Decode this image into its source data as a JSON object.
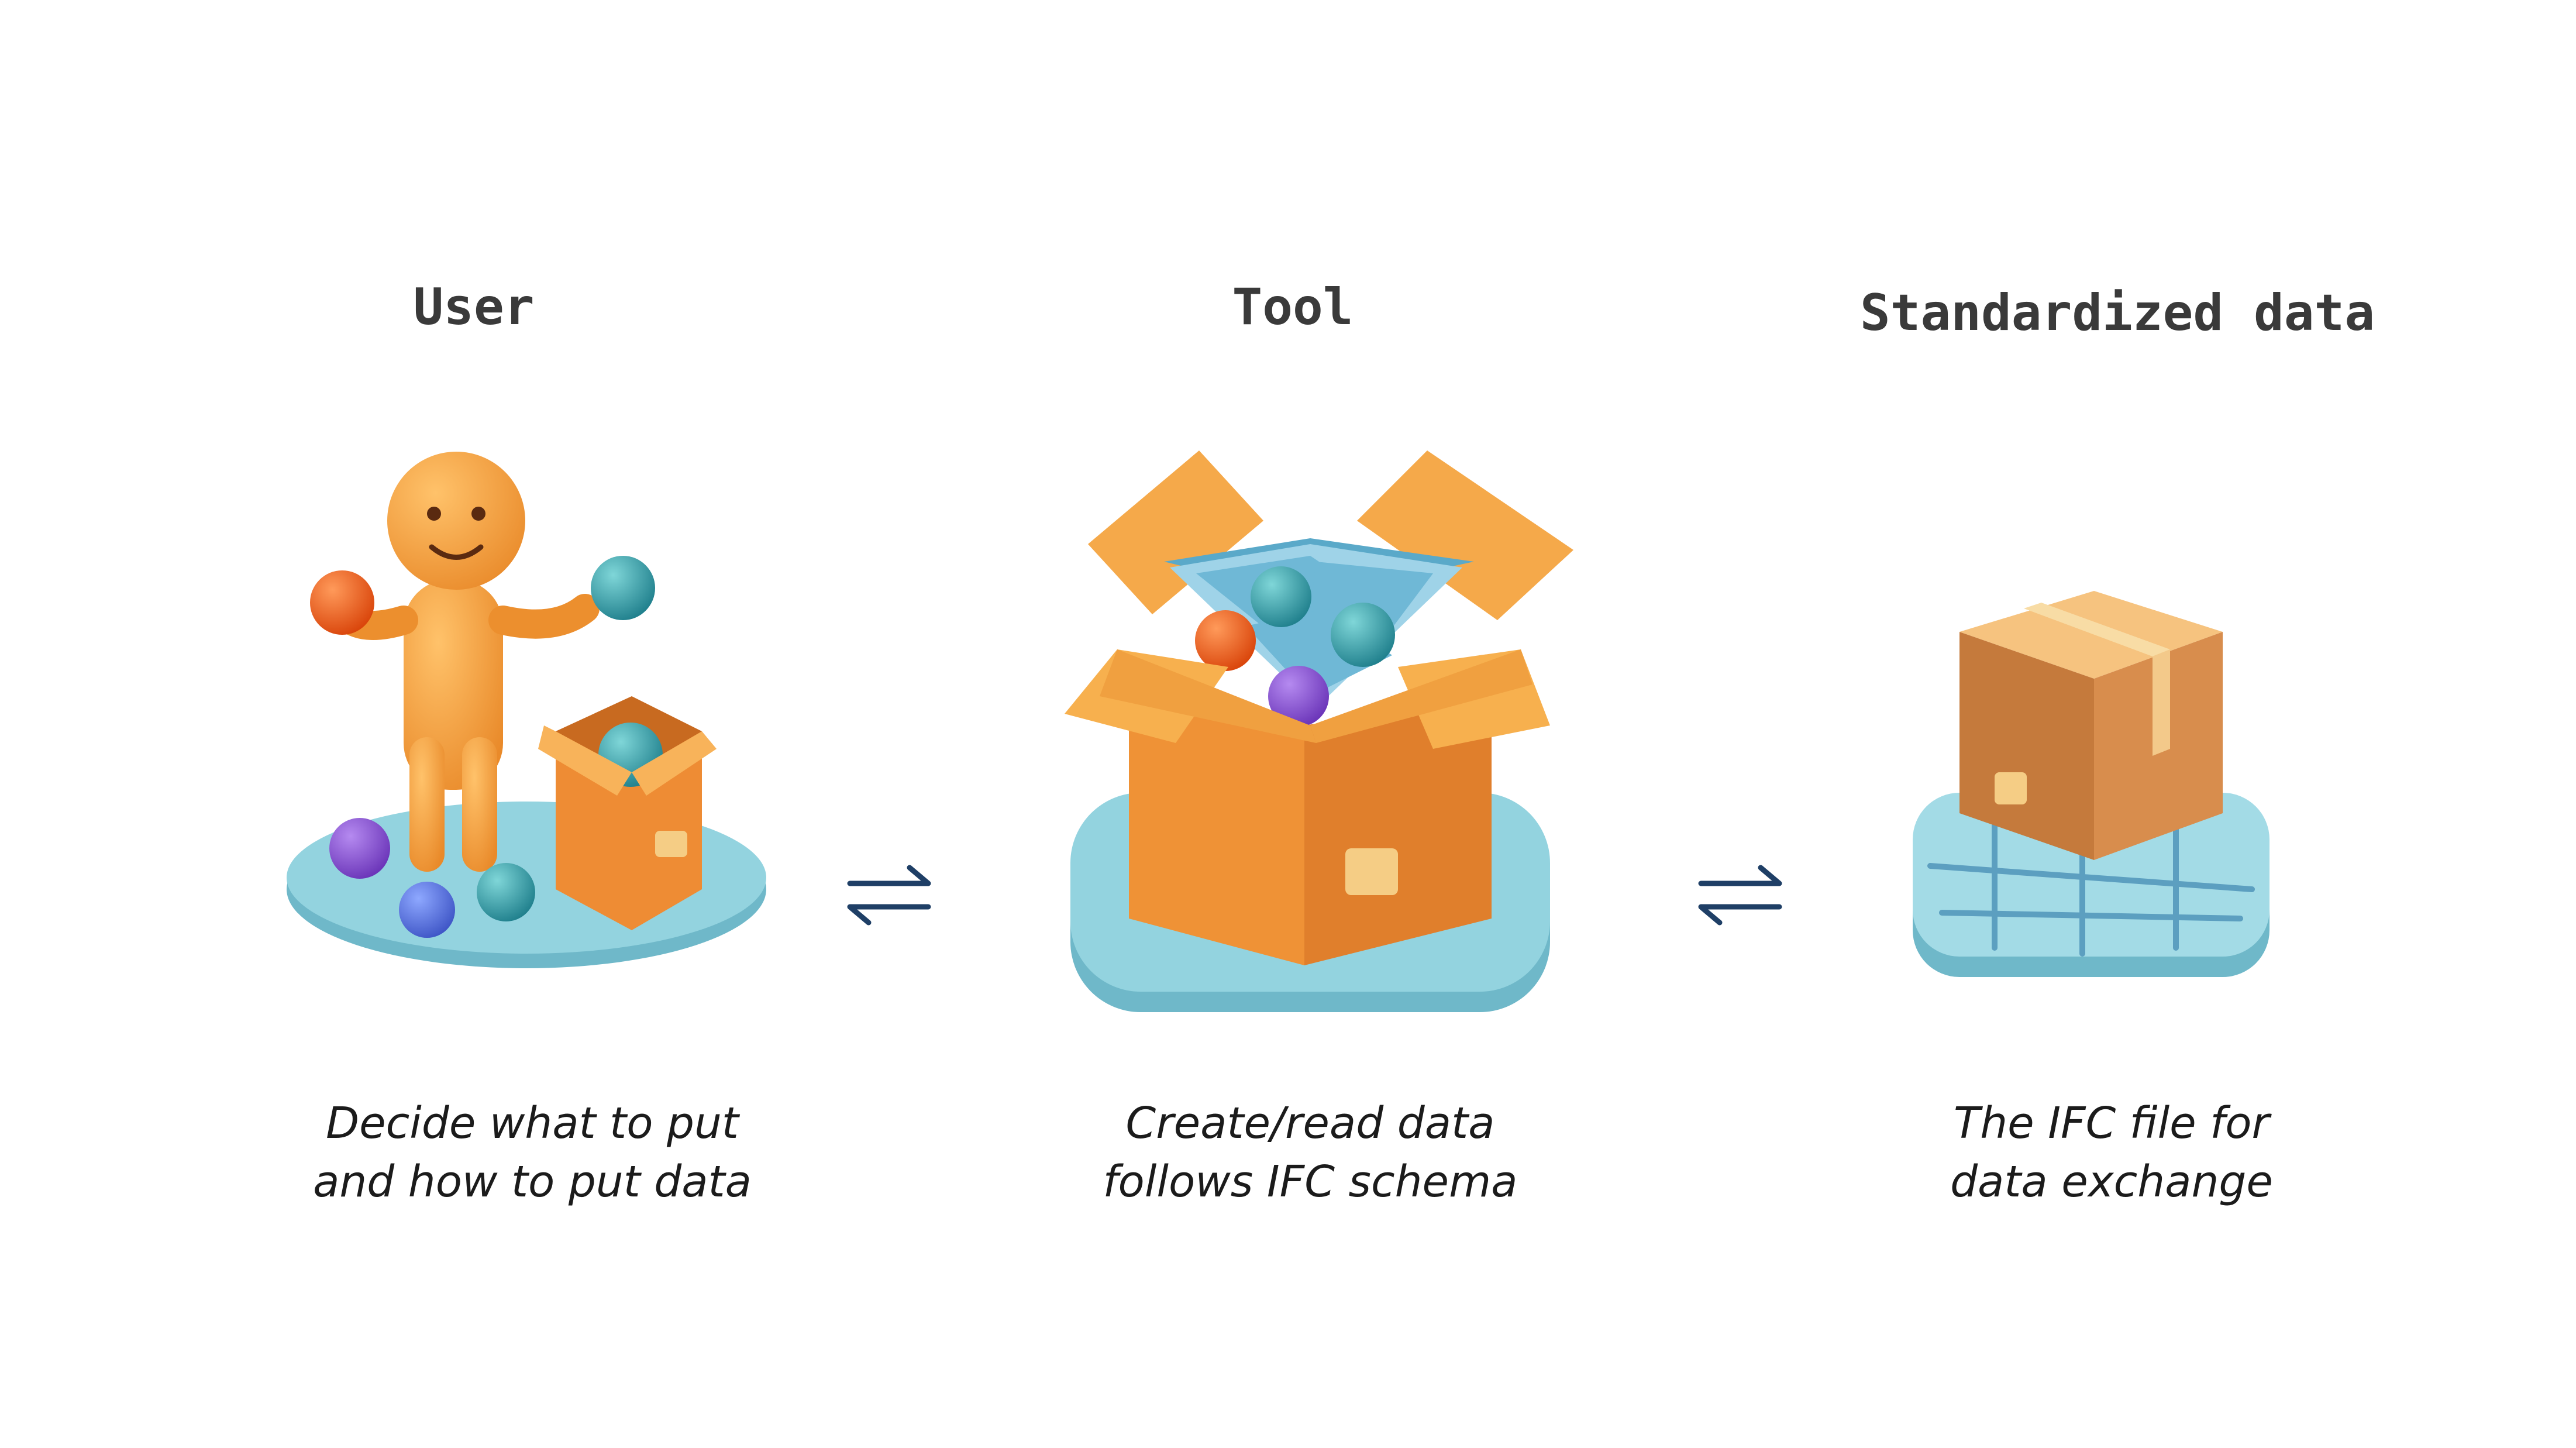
{
  "columns": [
    {
      "title": "User",
      "caption": [
        "Decide what to put",
        "and how to put data"
      ]
    },
    {
      "title": "Tool",
      "caption": [
        "Create/read data",
        "follows IFC schema"
      ]
    },
    {
      "title": "Standardized data",
      "caption": [
        "The IFC file for",
        "data exchange"
      ]
    }
  ],
  "connectors": [
    {
      "icon": "bidirectional-arrows-icon",
      "glyph": "⇆"
    },
    {
      "icon": "bidirectional-arrows-icon",
      "glyph": "⇆"
    }
  ],
  "colors": {
    "orange": "#f3a23a",
    "box_orange": "#f2923a",
    "base_blue": "#8fd0dd",
    "teal_ball": "#2f9aa3",
    "red_ball": "#f05a1a",
    "purple_ball": "#8b55d6",
    "arrow": "#1f3f66"
  }
}
